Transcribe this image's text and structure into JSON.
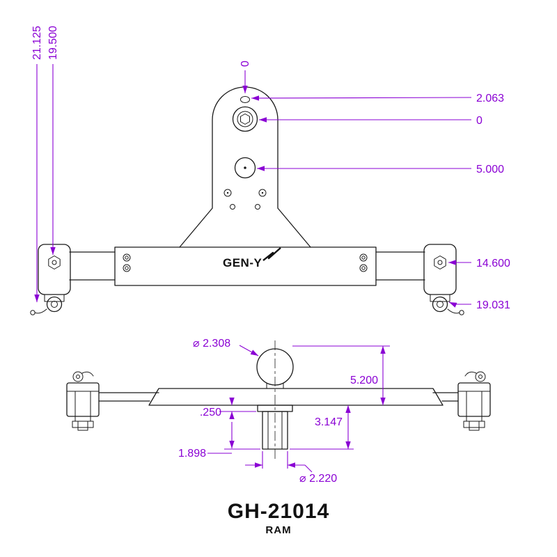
{
  "colors": {
    "dimension": "#8A00D4",
    "line": "#1a1a1a"
  },
  "logo": {
    "text": "GEN-Y"
  },
  "title": {
    "part_number": "GH-21014",
    "model": "RAM"
  },
  "top_view": {
    "dimensions": {
      "left_outer": "21.125",
      "left_inner": "19.500",
      "datum_top": "0",
      "ball_top": "2.063",
      "datum_ball": "0",
      "lower_hole": "5.000",
      "bolt_row": "14.600",
      "pin_row": "19.031"
    }
  },
  "front_view": {
    "dimensions": {
      "ball_diameter": "⌀ 2.308",
      "ball_height": "5.200",
      "plate_thickness": ".250",
      "shank_drop": "3.147",
      "shank_offset": "1.898",
      "shank_diameter": "⌀ 2.220"
    }
  }
}
